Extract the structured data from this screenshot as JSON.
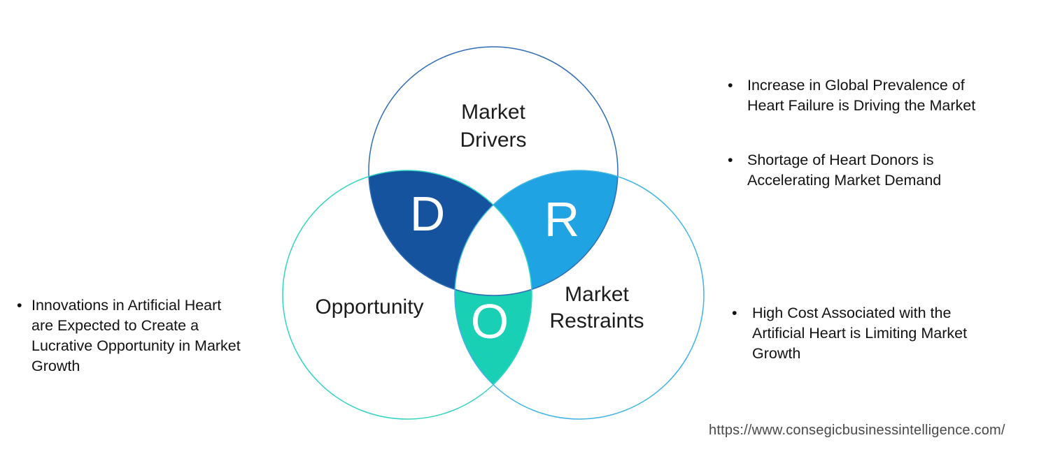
{
  "venn": {
    "drivers_label": "Market\nDrivers",
    "opportunity_label": "Opportunity",
    "restraints_label": "Market\nRestraints",
    "letters": {
      "d": "D",
      "r": "R",
      "o": "O"
    },
    "colors": {
      "drivers_stroke": "#2e6db4",
      "opportunity_stroke": "#32d4c2",
      "restraints_stroke": "#41b4e5",
      "d_fill": "#15539e",
      "r_fill": "#1fa3e3",
      "o_fill": "#19cfb4"
    }
  },
  "bullet_glyph": "•",
  "left_notes": {
    "items": [
      {
        "text": "Innovations in Artificial Heart\nare Expected to Create a\nLucrative Opportunity in Market\nGrowth"
      }
    ]
  },
  "right_notes": {
    "items": [
      {
        "text": "Increase in Global Prevalence of\nHeart Failure is Driving the Market"
      },
      {
        "text": "Shortage of Heart Donors is\nAccelerating Market Demand"
      },
      {
        "text": "High Cost Associated with the\nArtificial Heart is Limiting Market\nGrowth"
      }
    ]
  },
  "footer": {
    "url": "https://www.consegicbusinessintelligence.com/"
  }
}
